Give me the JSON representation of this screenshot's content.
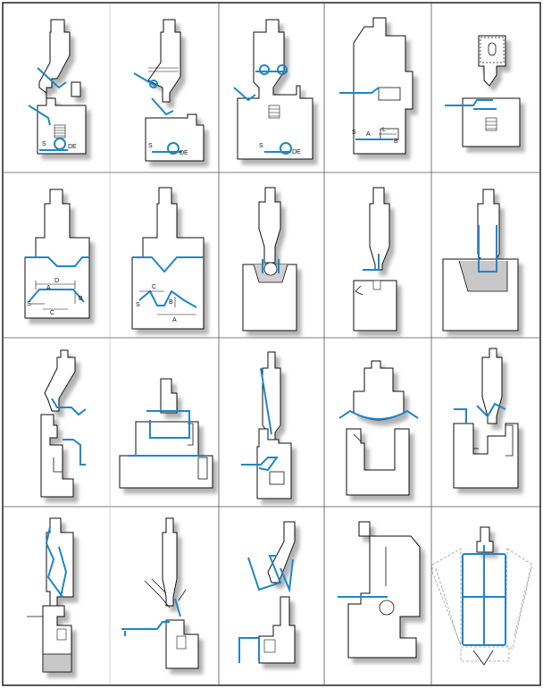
{
  "figure": {
    "rows": 4,
    "cols": 5,
    "colors": {
      "blue": "#1f86c8",
      "gray": "#c8c8c8",
      "outline": "#111111",
      "shadow": "#bdbdbd",
      "dashed": "#9a9a9a"
    }
  },
  "panels": [
    {
      "id": "r1c1",
      "labels": [
        "S",
        "DE"
      ]
    },
    {
      "id": "r1c2",
      "labels": [
        "S",
        "DE"
      ]
    },
    {
      "id": "r1c3",
      "labels": [
        "S",
        "DE"
      ]
    },
    {
      "id": "r1c4",
      "labels": [
        "S",
        "A",
        "L",
        "B"
      ]
    },
    {
      "id": "r1c5",
      "labels": []
    },
    {
      "id": "r2c1",
      "labels": [
        "D",
        "A",
        "B",
        "S",
        "C"
      ]
    },
    {
      "id": "r2c2",
      "labels": [
        "C",
        "S",
        "B",
        "A"
      ]
    },
    {
      "id": "r2c3",
      "labels": []
    },
    {
      "id": "r2c4",
      "labels": []
    },
    {
      "id": "r2c5",
      "labels": []
    },
    {
      "id": "r3c1",
      "labels": []
    },
    {
      "id": "r3c2",
      "labels": []
    },
    {
      "id": "r3c3",
      "labels": []
    },
    {
      "id": "r3c4",
      "labels": []
    },
    {
      "id": "r3c5",
      "labels": []
    },
    {
      "id": "r4c1",
      "labels": []
    },
    {
      "id": "r4c2",
      "labels": []
    },
    {
      "id": "r4c3",
      "labels": []
    },
    {
      "id": "r4c4",
      "labels": []
    },
    {
      "id": "r4c5",
      "labels": []
    }
  ]
}
